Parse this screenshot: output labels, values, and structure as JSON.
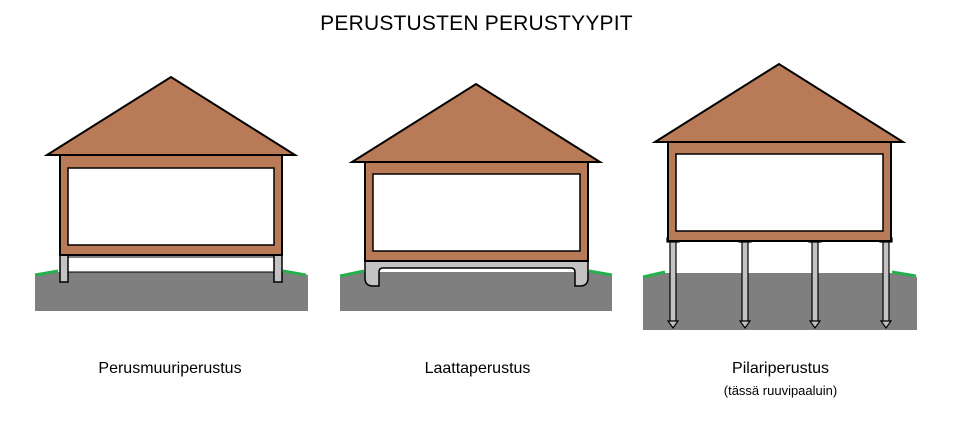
{
  "title": "PERUSTUSTEN PERUSTYYPIT",
  "foundations": [
    {
      "label": "Perusmuuriperustus"
    },
    {
      "label": "Laattaperustus"
    },
    {
      "label": "Pilariperustus",
      "note": "(tässä ruuvipaaluin)"
    }
  ],
  "colors": {
    "roof": "#b97a57",
    "ground": "#7f7f7f",
    "grass": "#22b14c",
    "foundation": "#c3c3c3",
    "outline": "#000000"
  }
}
